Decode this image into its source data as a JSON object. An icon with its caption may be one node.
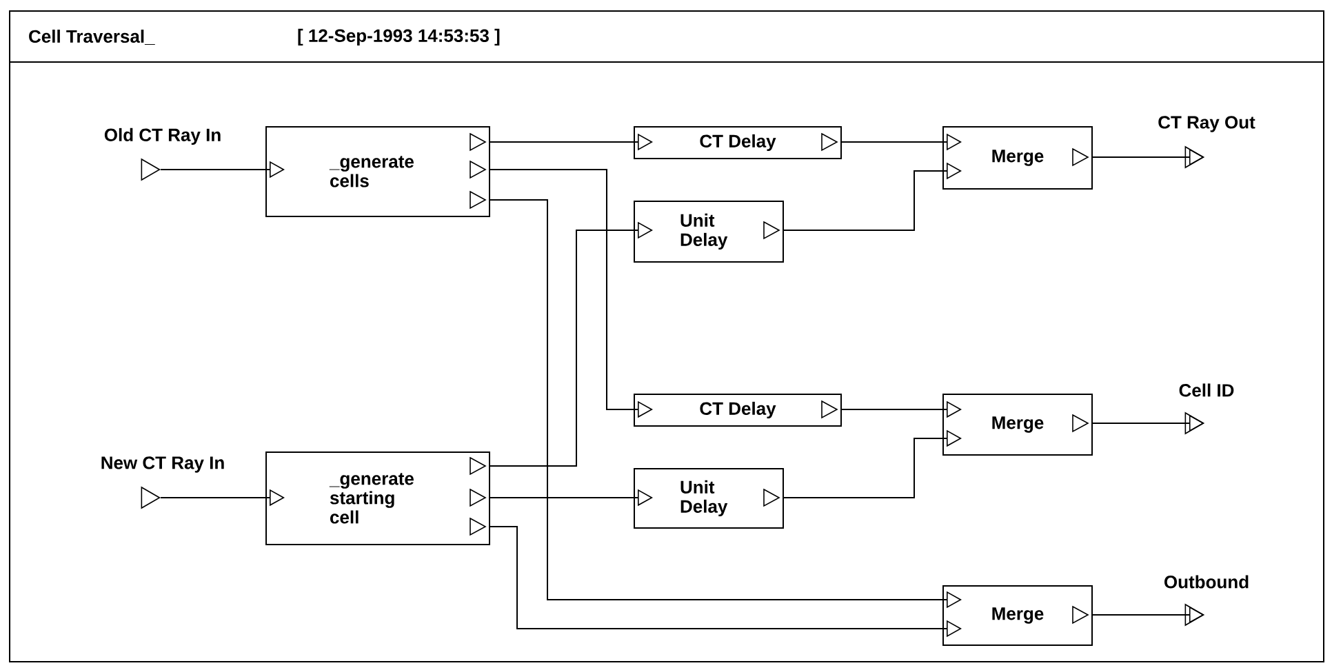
{
  "diagram": {
    "title": "Cell Traversal_",
    "nodes": [
      {
        "text": [],
        "shape": "triangle",
        "beside": [
          "Old CT Ray In"
        ]
      },
      {
        "text": [
          "_generate cells"
        ]
      },
      {
        "text": [
          "CT Delay"
        ]
      },
      {
        "text": [
          "Unit Delay"
        ]
      },
      {
        "text": [
          "Merge"
        ]
      },
      {
        "text": [],
        "shape": "triangle",
        "beside": [
          "CT Ray Out"
        ]
      },
      {
        "text": [
          "CT Delay"
        ]
      },
      {
        "text": [],
        "shape": "triangle",
        "beside": [
          "New CT Ray In"
        ]
      },
      {
        "text": [
          "_generate starting cell"
        ]
      },
      {
        "text": [
          "Unit Delay"
        ]
      },
      {
        "text": [
          "Merge"
        ]
      },
      {
        "text": [],
        "shape": "triangle",
        "beside": [
          "Cell ID"
        ]
      },
      {
        "text": [
          "Merge"
        ]
      },
      {
        "text": [],
        "shape": "triangle",
        "beside": [
          "Outbound"
        ]
      }
    ],
    "edges": [
      {
        "from": 0,
        "to": 1,
        "arrow": "to"
      },
      {
        "from": 1,
        "to": 2,
        "arrow": "to"
      },
      {
        "from": 1,
        "to": 6,
        "arrow": "to"
      },
      {
        "from": 1,
        "to": 12,
        "arrow": "to"
      },
      {
        "from": 8,
        "to": 3,
        "arrow": "to"
      },
      {
        "from": 7,
        "to": 8,
        "arrow": "to"
      },
      {
        "from": 8,
        "to": 9,
        "arrow": "to"
      },
      {
        "from": 8,
        "to": 12,
        "arrow": "to"
      },
      {
        "from": 2,
        "to": 4,
        "arrow": "to"
      },
      {
        "from": 3,
        "to": 4,
        "arrow": "to"
      },
      {
        "from": 4,
        "to": 5,
        "arrow": "to"
      },
      {
        "from": 6,
        "to": 10,
        "arrow": "to"
      },
      {
        "from": 9,
        "to": 10,
        "arrow": "to"
      },
      {
        "from": 10,
        "to": 11,
        "arrow": "to"
      },
      {
        "from": 12,
        "to": 13,
        "arrow": "to"
      }
    ],
    "labels": [
      "[ 12-Sep-1993 14:53:53 ]"
    ]
  }
}
